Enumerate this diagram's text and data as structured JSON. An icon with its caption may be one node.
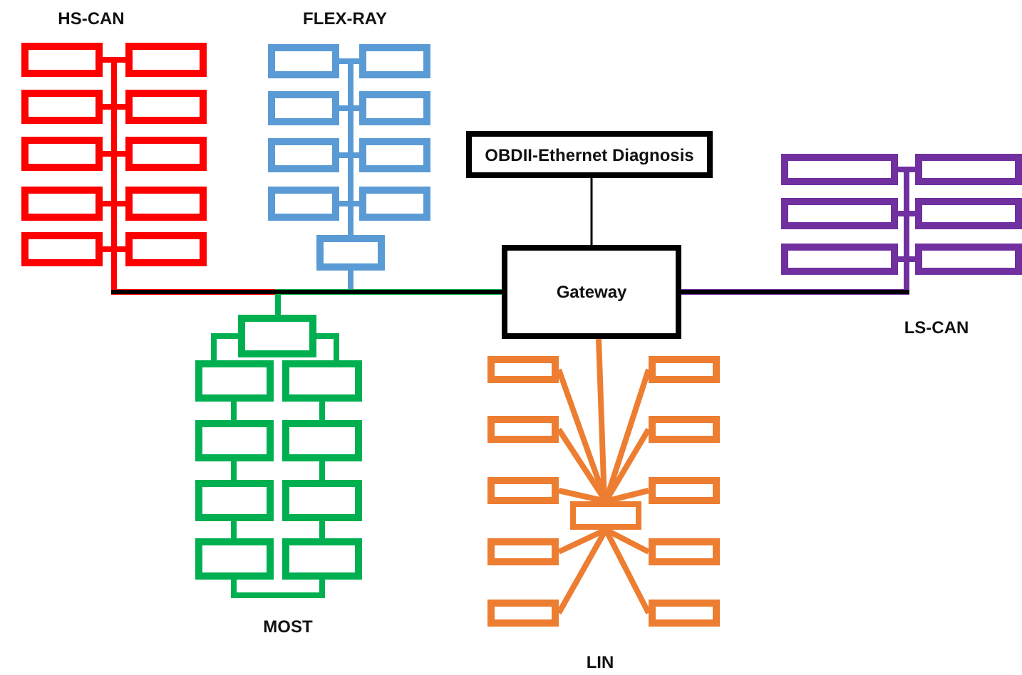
{
  "diagram": {
    "nodes": [
      {
        "text": [],
        "shape": "box"
      },
      {
        "text": [],
        "shape": "box"
      },
      {
        "text": [],
        "shape": "box"
      },
      {
        "text": [],
        "shape": "box"
      },
      {
        "text": [],
        "shape": "box"
      },
      {
        "text": [],
        "shape": "box"
      },
      {
        "text": [],
        "shape": "box"
      },
      {
        "text": [],
        "shape": "box"
      },
      {
        "text": [],
        "shape": "box"
      },
      {
        "text": [],
        "shape": "box"
      },
      {
        "text": [],
        "shape": "box"
      },
      {
        "text": [],
        "shape": "box"
      },
      {
        "text": [],
        "shape": "box"
      },
      {
        "text": [],
        "shape": "box"
      },
      {
        "text": [],
        "shape": "box"
      },
      {
        "text": [],
        "shape": "box"
      },
      {
        "text": [],
        "shape": "box"
      },
      {
        "text": [],
        "shape": "box"
      },
      {
        "text": [],
        "shape": "box"
      },
      {
        "text": [
          "OBDII-Ethernet Diagnosis"
        ]
      },
      {
        "text": [],
        "shape": "box"
      },
      {
        "text": [],
        "shape": "box"
      },
      {
        "text": [],
        "shape": "box"
      },
      {
        "text": [],
        "shape": "box"
      },
      {
        "text": [],
        "shape": "box"
      },
      {
        "text": [],
        "shape": "box"
      },
      {
        "text": [
          "Gateway"
        ]
      },
      {
        "text": [],
        "shape": "box"
      },
      {
        "text": [],
        "shape": "box"
      },
      {
        "text": [],
        "shape": "box"
      },
      {
        "text": [],
        "shape": "box"
      },
      {
        "text": [],
        "shape": "box"
      },
      {
        "text": [],
        "shape": "box"
      },
      {
        "text": [],
        "shape": "box"
      },
      {
        "text": [],
        "shape": "box"
      },
      {
        "text": [],
        "shape": "box"
      },
      {
        "text": [],
        "shape": "box"
      },
      {
        "text": [],
        "shape": "box"
      },
      {
        "text": [],
        "shape": "box"
      },
      {
        "text": [],
        "shape": "box"
      },
      {
        "text": [],
        "shape": "box"
      },
      {
        "text": [],
        "shape": "box"
      },
      {
        "text": [],
        "shape": "box"
      },
      {
        "text": [],
        "shape": "box"
      },
      {
        "text": [],
        "shape": "box"
      },
      {
        "text": [],
        "shape": "box"
      },
      {
        "text": [],
        "shape": "box"
      }
    ],
    "edges": [
      {
        "from": 19,
        "to": 26,
        "arrow": "none",
        "color": "#000000"
      },
      {
        "from": 0,
        "to": 26,
        "arrow": "none",
        "color": "#ff0000"
      },
      {
        "from": 1,
        "to": 26,
        "arrow": "none",
        "color": "#ff0000"
      },
      {
        "from": 2,
        "to": 26,
        "arrow": "none",
        "color": "#ff0000"
      },
      {
        "from": 3,
        "to": 26,
        "arrow": "none",
        "color": "#ff0000"
      },
      {
        "from": 4,
        "to": 26,
        "arrow": "none",
        "color": "#ff0000"
      },
      {
        "from": 5,
        "to": 26,
        "arrow": "none",
        "color": "#ff0000"
      },
      {
        "from": 6,
        "to": 26,
        "arrow": "none",
        "color": "#ff0000"
      },
      {
        "from": 7,
        "to": 26,
        "arrow": "none",
        "color": "#ff0000"
      },
      {
        "from": 8,
        "to": 26,
        "arrow": "none",
        "color": "#ff0000"
      },
      {
        "from": 9,
        "to": 26,
        "arrow": "none",
        "color": "#ff0000"
      },
      {
        "from": 10,
        "to": 18,
        "arrow": "none",
        "color": "#5b9bd5"
      },
      {
        "from": 11,
        "to": 18,
        "arrow": "none",
        "color": "#5b9bd5"
      },
      {
        "from": 12,
        "to": 18,
        "arrow": "none",
        "color": "#5b9bd5"
      },
      {
        "from": 13,
        "to": 18,
        "arrow": "none",
        "color": "#5b9bd5"
      },
      {
        "from": 14,
        "to": 18,
        "arrow": "none",
        "color": "#5b9bd5"
      },
      {
        "from": 15,
        "to": 18,
        "arrow": "none",
        "color": "#5b9bd5"
      },
      {
        "from": 16,
        "to": 18,
        "arrow": "none",
        "color": "#5b9bd5"
      },
      {
        "from": 17,
        "to": 18,
        "arrow": "none",
        "color": "#5b9bd5"
      },
      {
        "from": 18,
        "to": 26,
        "arrow": "none",
        "color": "#5b9bd5"
      },
      {
        "from": 20,
        "to": 26,
        "arrow": "none",
        "color": "#7030a0"
      },
      {
        "from": 21,
        "to": 26,
        "arrow": "none",
        "color": "#7030a0"
      },
      {
        "from": 22,
        "to": 26,
        "arrow": "none",
        "color": "#7030a0"
      },
      {
        "from": 23,
        "to": 26,
        "arrow": "none",
        "color": "#7030a0"
      },
      {
        "from": 24,
        "to": 26,
        "arrow": "none",
        "color": "#7030a0"
      },
      {
        "from": 25,
        "to": 26,
        "arrow": "none",
        "color": "#7030a0"
      },
      {
        "from": 27,
        "to": 26,
        "arrow": "none",
        "color": "#00b050"
      },
      {
        "from": 27,
        "to": 28,
        "arrow": "none",
        "color": "#00b050"
      },
      {
        "from": 28,
        "to": 30,
        "arrow": "none",
        "color": "#00b050"
      },
      {
        "from": 30,
        "to": 32,
        "arrow": "none",
        "color": "#00b050"
      },
      {
        "from": 32,
        "to": 34,
        "arrow": "none",
        "color": "#00b050"
      },
      {
        "from": 34,
        "to": 35,
        "arrow": "none",
        "color": "#00b050"
      },
      {
        "from": 35,
        "to": 33,
        "arrow": "none",
        "color": "#00b050"
      },
      {
        "from": 33,
        "to": 31,
        "arrow": "none",
        "color": "#00b050"
      },
      {
        "from": 31,
        "to": 29,
        "arrow": "none",
        "color": "#00b050"
      },
      {
        "from": 29,
        "to": 27,
        "arrow": "none",
        "color": "#00b050"
      },
      {
        "from": 26,
        "to": 46,
        "arrow": "none",
        "color": "#ed7d31"
      },
      {
        "from": 36,
        "to": 46,
        "arrow": "none",
        "color": "#ed7d31"
      },
      {
        "from": 37,
        "to": 46,
        "arrow": "none",
        "color": "#ed7d31"
      },
      {
        "from": 38,
        "to": 46,
        "arrow": "none",
        "color": "#ed7d31"
      },
      {
        "from": 39,
        "to": 46,
        "arrow": "none",
        "color": "#ed7d31"
      },
      {
        "from": 40,
        "to": 46,
        "arrow": "none",
        "color": "#ed7d31"
      },
      {
        "from": 41,
        "to": 46,
        "arrow": "none",
        "color": "#ed7d31"
      },
      {
        "from": 42,
        "to": 46,
        "arrow": "none",
        "color": "#ed7d31"
      },
      {
        "from": 43,
        "to": 46,
        "arrow": "none",
        "color": "#ed7d31"
      },
      {
        "from": 44,
        "to": 46,
        "arrow": "none",
        "color": "#ed7d31"
      },
      {
        "from": 45,
        "to": 46,
        "arrow": "none",
        "color": "#ed7d31"
      }
    ],
    "labels": [
      "HS-CAN",
      "FLEX-RAY",
      "LS-CAN",
      "MOST",
      "LIN"
    ]
  }
}
